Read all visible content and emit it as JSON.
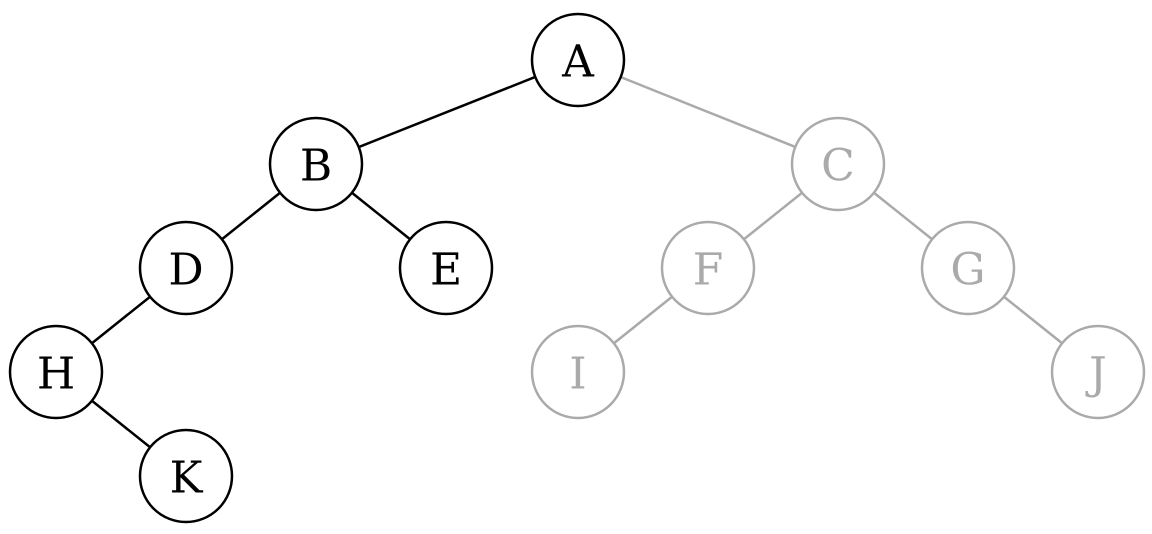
{
  "tree": {
    "nodes": [
      {
        "id": "A",
        "label": "A",
        "style": "highlight"
      },
      {
        "id": "B",
        "label": "B",
        "style": "highlight"
      },
      {
        "id": "C",
        "label": "C",
        "style": "faded"
      },
      {
        "id": "D",
        "label": "D",
        "style": "highlight"
      },
      {
        "id": "E",
        "label": "E",
        "style": "highlight"
      },
      {
        "id": "F",
        "label": "F",
        "style": "faded"
      },
      {
        "id": "G",
        "label": "G",
        "style": "faded"
      },
      {
        "id": "H",
        "label": "H",
        "style": "highlight"
      },
      {
        "id": "I",
        "label": "I",
        "style": "faded"
      },
      {
        "id": "J",
        "label": "J",
        "style": "faded"
      },
      {
        "id": "K",
        "label": "K",
        "style": "highlight"
      }
    ],
    "edges": [
      {
        "from": "A",
        "to": "B",
        "style": "highlight"
      },
      {
        "from": "A",
        "to": "C",
        "style": "faded"
      },
      {
        "from": "B",
        "to": "D",
        "style": "highlight"
      },
      {
        "from": "B",
        "to": "E",
        "style": "highlight"
      },
      {
        "from": "C",
        "to": "F",
        "style": "faded"
      },
      {
        "from": "C",
        "to": "G",
        "style": "faded"
      },
      {
        "from": "D",
        "to": "H",
        "style": "highlight"
      },
      {
        "from": "F",
        "to": "I",
        "style": "faded"
      },
      {
        "from": "G",
        "to": "J",
        "style": "faded"
      },
      {
        "from": "H",
        "to": "K",
        "style": "highlight"
      }
    ]
  },
  "colors": {
    "highlight": "#000000",
    "faded": "#aaaaaa",
    "background": "#ffffff"
  }
}
